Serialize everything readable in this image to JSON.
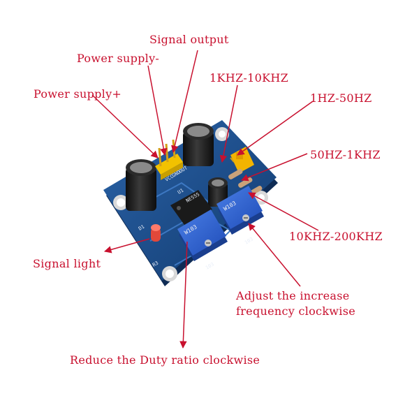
{
  "labels": {
    "signal_output": "Signal output",
    "power_supply_minus": "Power supply-",
    "power_supply_plus": "Power supply+",
    "range_1k_10k": "1KHZ-10KHZ",
    "range_1_50": "1HZ-50HZ",
    "range_50_1k": "50HZ-1KHZ",
    "range_10k_200k": "10KHZ-200KHZ",
    "signal_light": "Signal light",
    "adjust_frequency_line1": "Adjust the increase",
    "adjust_frequency_line2": "frequency clockwise",
    "reduce_duty": "Reduce the Duty ratio clockwise"
  },
  "board_silkscreen": {
    "pin_out": "OUT",
    "pin_gnd": "GND",
    "pin_vcc": "VCC",
    "chip_label": "U1",
    "chip_part": "NE555",
    "pot_left_code": "W103",
    "pot_right_code": "W103",
    "pot_left_marking": "103",
    "pot_right_marking": "103",
    "led_label": "D1",
    "resistor_label": "R3"
  },
  "colors": {
    "annotation": "#c8102e",
    "pcb": "#1f4f8f",
    "pot": "#2a5fd1",
    "header": "#f2c200",
    "capacitor": "#1a1a1a"
  }
}
